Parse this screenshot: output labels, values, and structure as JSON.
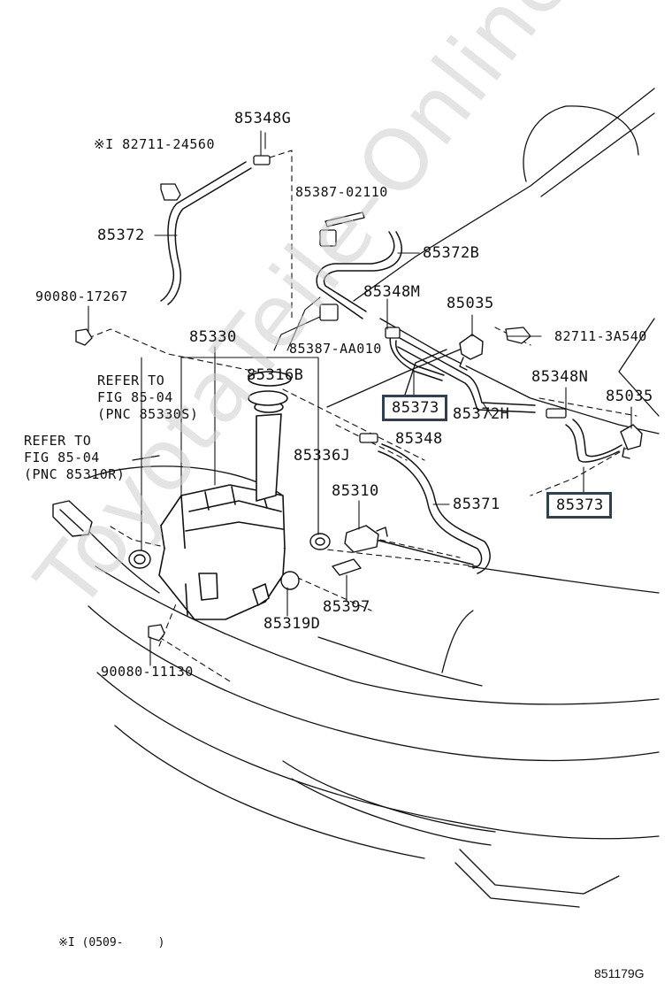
{
  "watermark": "ToyotaTeile-Online.ru",
  "parts": {
    "p85348G": "85348G",
    "p82711_24560": "※I 82711-24560",
    "p85387_02110": "85387-02110",
    "p85372": "85372",
    "p85372B": "85372B",
    "p90080_17267": "90080-17267",
    "p85348M": "85348M",
    "p85035a": "85035",
    "p85330": "85330",
    "p85387_AA010": "85387-AA010",
    "p82711_3A540": "82711-3A540",
    "p85316B": "85316B",
    "p85348N": "85348N",
    "p85035b": "85035",
    "p85373a": "85373",
    "p85372H": "85372H",
    "p85348": "85348",
    "p85336J": "85336J",
    "p85310": "85310",
    "p85371": "85371",
    "p85373b": "85373",
    "p85397": "85397",
    "p85319D": "85319D",
    "p90080_11130": "90080-11130"
  },
  "refs": {
    "ref1": "REFER TO\nFIG 85-04\n(PNC 85330S)",
    "ref2": "REFER TO\nFIG 85-04\n(PNC 85310R)"
  },
  "footnote": "※I (0509-     )",
  "figure_code": "851179G"
}
